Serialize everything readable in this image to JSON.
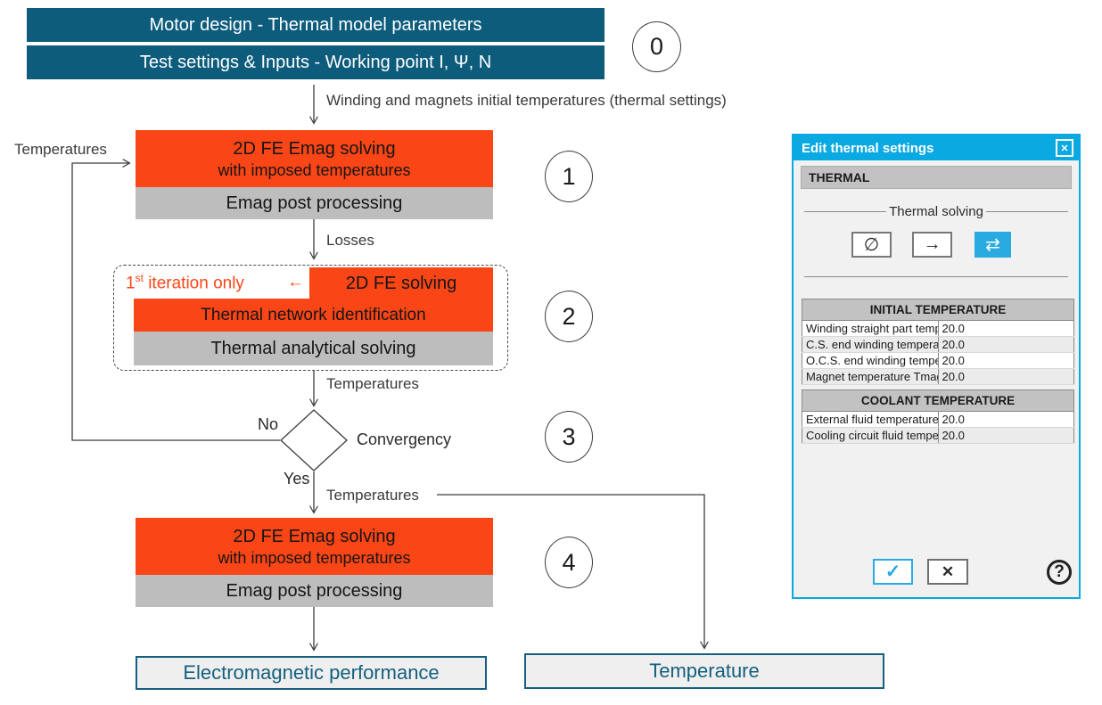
{
  "colors": {
    "teal": "#0e5c7c",
    "orange": "#fa4616",
    "gray": "#bdbdbd",
    "dialog_accent": "#0aa9e1",
    "selected_button_blue": "#29abe2",
    "output_teal_text": "#15607e"
  },
  "flowchart": {
    "inputs": {
      "box1": "Motor design - Thermal model parameters",
      "box2": "Test settings & Inputs - Working point I, Ψ, N"
    },
    "steps": [
      "0",
      "1",
      "2",
      "3",
      "4"
    ],
    "emag_solving_top": {
      "line1": "2D FE Emag solving",
      "line2": "with imposed temperatures",
      "post": "Emag post processing"
    },
    "thermal_block": {
      "first_iteration": {
        "num": "1",
        "sup": "st",
        "rest": " iteration only",
        "arrow": "←"
      },
      "fe_solving": "2D FE solving",
      "network": "Thermal network identification",
      "analytical": "Thermal analytical solving"
    },
    "decision": {
      "no": "No",
      "yes": "Yes",
      "label": "Convergency"
    },
    "emag_solving_bottom": {
      "line1": "2D FE Emag solving",
      "line2": "with imposed temperatures",
      "post": "Emag post processing"
    },
    "outputs": {
      "electromagnetic": "Electromagnetic performance",
      "temperature": "Temperature"
    },
    "edge_labels": {
      "initial_temperatures": "Winding and magnets initial temperatures (thermal settings)",
      "losses": "Losses",
      "temperatures_to_decision": "Temperatures",
      "temperatures_feedback": "Temperatures",
      "temperatures_output": "Temperatures"
    }
  },
  "dialog": {
    "title": "Edit thermal settings",
    "close_glyph": "✕",
    "section_header": "THERMAL",
    "thermal_solving": {
      "group_label": "Thermal solving",
      "buttons": [
        {
          "name": "no-thermal-solving",
          "glyph": "∅",
          "selected": false
        },
        {
          "name": "one-way-solving",
          "glyph": "→",
          "selected": false
        },
        {
          "name": "iterative-solving",
          "glyph": "⇄",
          "selected": true
        }
      ]
    },
    "initial_temperature_table": {
      "header": "INITIAL TEMPERATURE",
      "rows": [
        {
          "label": "Winding straight part temperature (°C)",
          "value": "20.0"
        },
        {
          "label": "C.S. end winding temperature (°C)",
          "value": "20.0"
        },
        {
          "label": "O.C.S. end winding temperature (°C)",
          "value": "20.0"
        },
        {
          "label": "Magnet temperature Tmag (°C)",
          "value": "20.0"
        }
      ]
    },
    "coolant_temperature_table": {
      "header": "COOLANT TEMPERATURE",
      "rows": [
        {
          "label": "External fluid temperature (°C)",
          "value": "20.0"
        },
        {
          "label": "Cooling circuit fluid temperature (°C)",
          "value": "20.0"
        }
      ]
    },
    "ok_glyph": "✓",
    "cancel_glyph": "✕",
    "help_glyph": "?"
  }
}
